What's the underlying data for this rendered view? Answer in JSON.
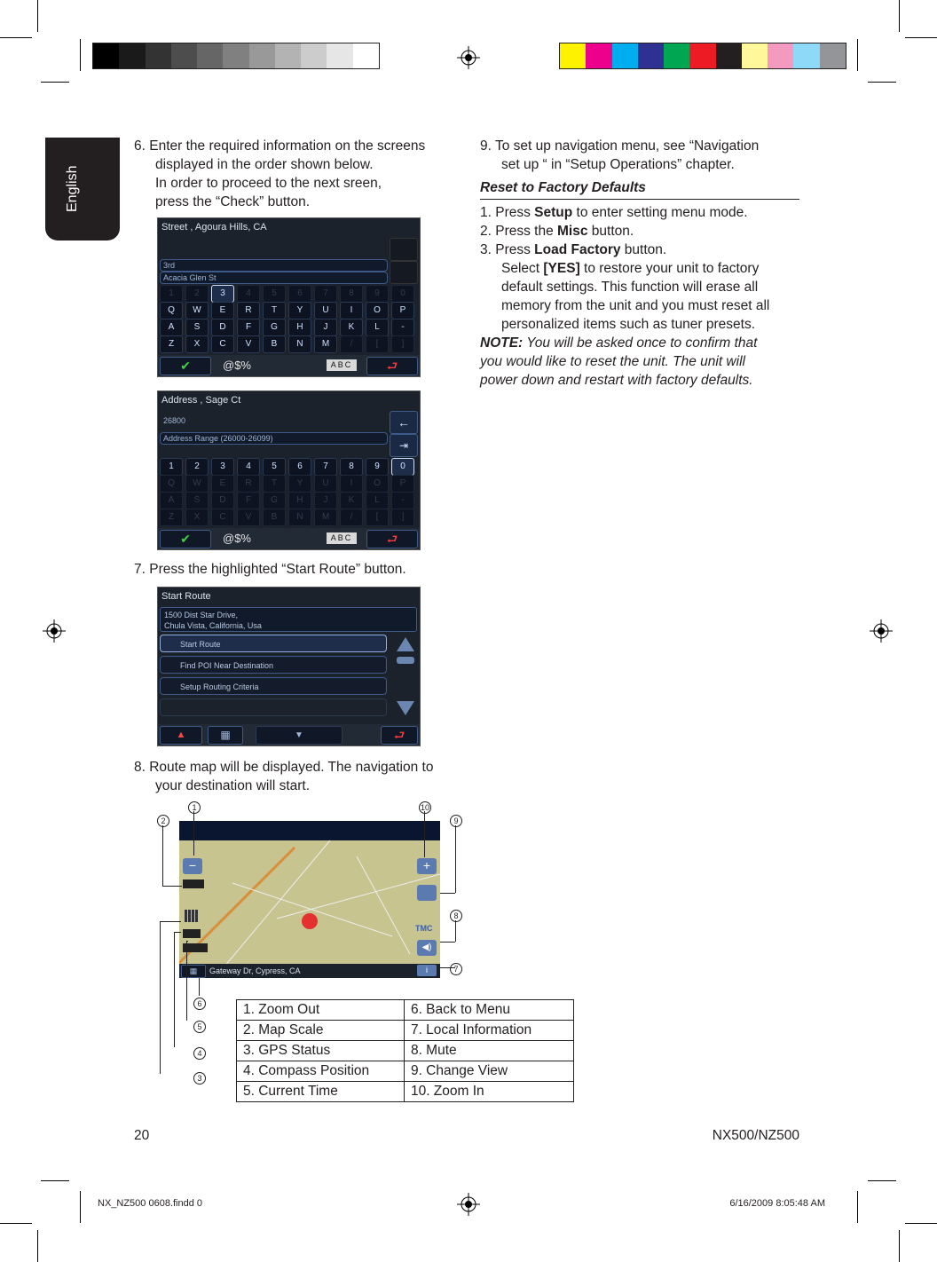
{
  "side_tab": "English",
  "left": {
    "step6": {
      "line1": "6. Enter the required information on the screens",
      "line2": "displayed in the order shown below.",
      "line3": "In order to proceed to the next sreen,",
      "line4": "press the “Check” button."
    },
    "screen1": {
      "header": "Street , Agoura Hills, CA",
      "field1": "3rd",
      "field2": "Acacia Glen St",
      "keys_num": [
        "1",
        "2",
        "3",
        "4",
        "5",
        "6",
        "7",
        "8",
        "9",
        "0"
      ],
      "keys_r1": [
        "Q",
        "W",
        "E",
        "R",
        "T",
        "Y",
        "U",
        "I",
        "O",
        "P"
      ],
      "keys_r2": [
        "A",
        "S",
        "D",
        "F",
        "G",
        "H",
        "J",
        "K",
        "L",
        "-"
      ],
      "keys_r3": [
        "Z",
        "X",
        "C",
        "V",
        "B",
        "N",
        "M",
        "/",
        "[",
        "]"
      ],
      "symbols": "@$%",
      "abc": "ABC"
    },
    "screen2": {
      "header": "Address , Sage Ct",
      "field1": "26800",
      "field2": "Address Range (26000-26099)",
      "symbols": "@$%",
      "abc": "ABC"
    },
    "step7": "7. Press the highlighted “Start Route” button.",
    "screen3": {
      "header": "Start Route",
      "address1": "1500 Dist Star Drive,",
      "address2": "Chula Vista, California, Usa",
      "item1": "Start Route",
      "item2": "Find POI Near Destination",
      "item3": "Setup Routing Criteria"
    },
    "step8": {
      "line1": "8. Route map will be displayed. The navigation to",
      "line2": "your destination will start."
    },
    "map": {
      "street": "Gateway Dr, Cypress, CA",
      "callouts": [
        "1",
        "2",
        "3",
        "4",
        "5",
        "6",
        "7",
        "8",
        "9",
        "10"
      ]
    },
    "legend": [
      [
        "1.   Zoom Out",
        "6.   Back to Menu"
      ],
      [
        "2.   Map Scale",
        "7.   Local Information"
      ],
      [
        "3.   GPS Status",
        "8.   Mute"
      ],
      [
        "4.   Compass Position",
        "9.   Change View"
      ],
      [
        "5.   Current Time",
        "10. Zoom In"
      ]
    ]
  },
  "right": {
    "step9": {
      "line1": "9. To set up navigation menu, see “Navigation",
      "line2": "set up “ in “Setup Operations” chapter."
    },
    "section_title": "Reset to Factory Defaults",
    "s1_pre": "1. Press ",
    "s1_bold": "Setup",
    "s1_post": " to enter setting menu mode.",
    "s2_pre": "2. Press the ",
    "s2_bold": "Misc",
    "s2_post": " button.",
    "s3_pre": "3. Press ",
    "s3_bold": "Load Factory",
    "s3_post": " button.",
    "s4_pre": "Select ",
    "s4_bold": "[YES]",
    "s4_post": " to restore your unit to factory",
    "s5": "default settings. This function will erase all",
    "s6": "memory from the unit and you must reset all",
    "s7": "personalized items such as tuner presets.",
    "note_label": "NOTE:",
    "note1": " You will be asked once to confirm that",
    "note2": "you would like to reset the unit. The unit will",
    "note3": "power down and restart with factory defaults."
  },
  "footer": {
    "page": "20",
    "model": "NX500/NZ500",
    "slug_left": "NX_NZ500 0608.findd   0",
    "slug_right": "6/16/2009   8:05:48 AM"
  },
  "colors": {
    "gray_bar": [
      "#000000",
      "#1a1a1a",
      "#333333",
      "#4d4d4d",
      "#666666",
      "#808080",
      "#999999",
      "#b3b3b3",
      "#cccccc",
      "#e6e6e6",
      "#ffffff"
    ],
    "color_bar": [
      "#fff200",
      "#ec008c",
      "#00aeef",
      "#2e3192",
      "#00a651",
      "#ed1c24",
      "#231f20",
      "#fff799",
      "#f49ac1",
      "#8ed8f8",
      "#939598"
    ]
  }
}
